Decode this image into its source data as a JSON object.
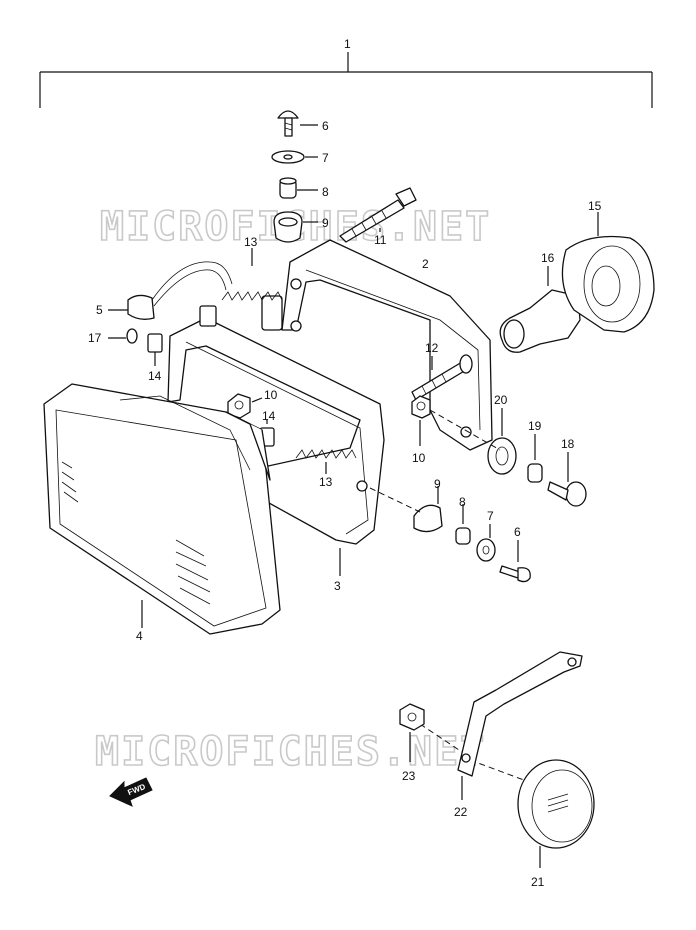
{
  "watermark": "MICROFICHES.NET",
  "fwd_label": "FWD",
  "callouts": {
    "c1": "1",
    "c2": "2",
    "c3": "3",
    "c4": "4",
    "c5": "5",
    "c6a": "6",
    "c6b": "6",
    "c7a": "7",
    "c7b": "7",
    "c8a": "8",
    "c8b": "8",
    "c9a": "9",
    "c9b": "9",
    "c10a": "10",
    "c10b": "10",
    "c11": "11",
    "c12": "12",
    "c13a": "13",
    "c13b": "13",
    "c14a": "14",
    "c14b": "14",
    "c15": "15",
    "c16": "16",
    "c17": "17",
    "c18": "18",
    "c19": "19",
    "c20": "20",
    "c21": "21",
    "c22": "22",
    "c23": "23"
  }
}
